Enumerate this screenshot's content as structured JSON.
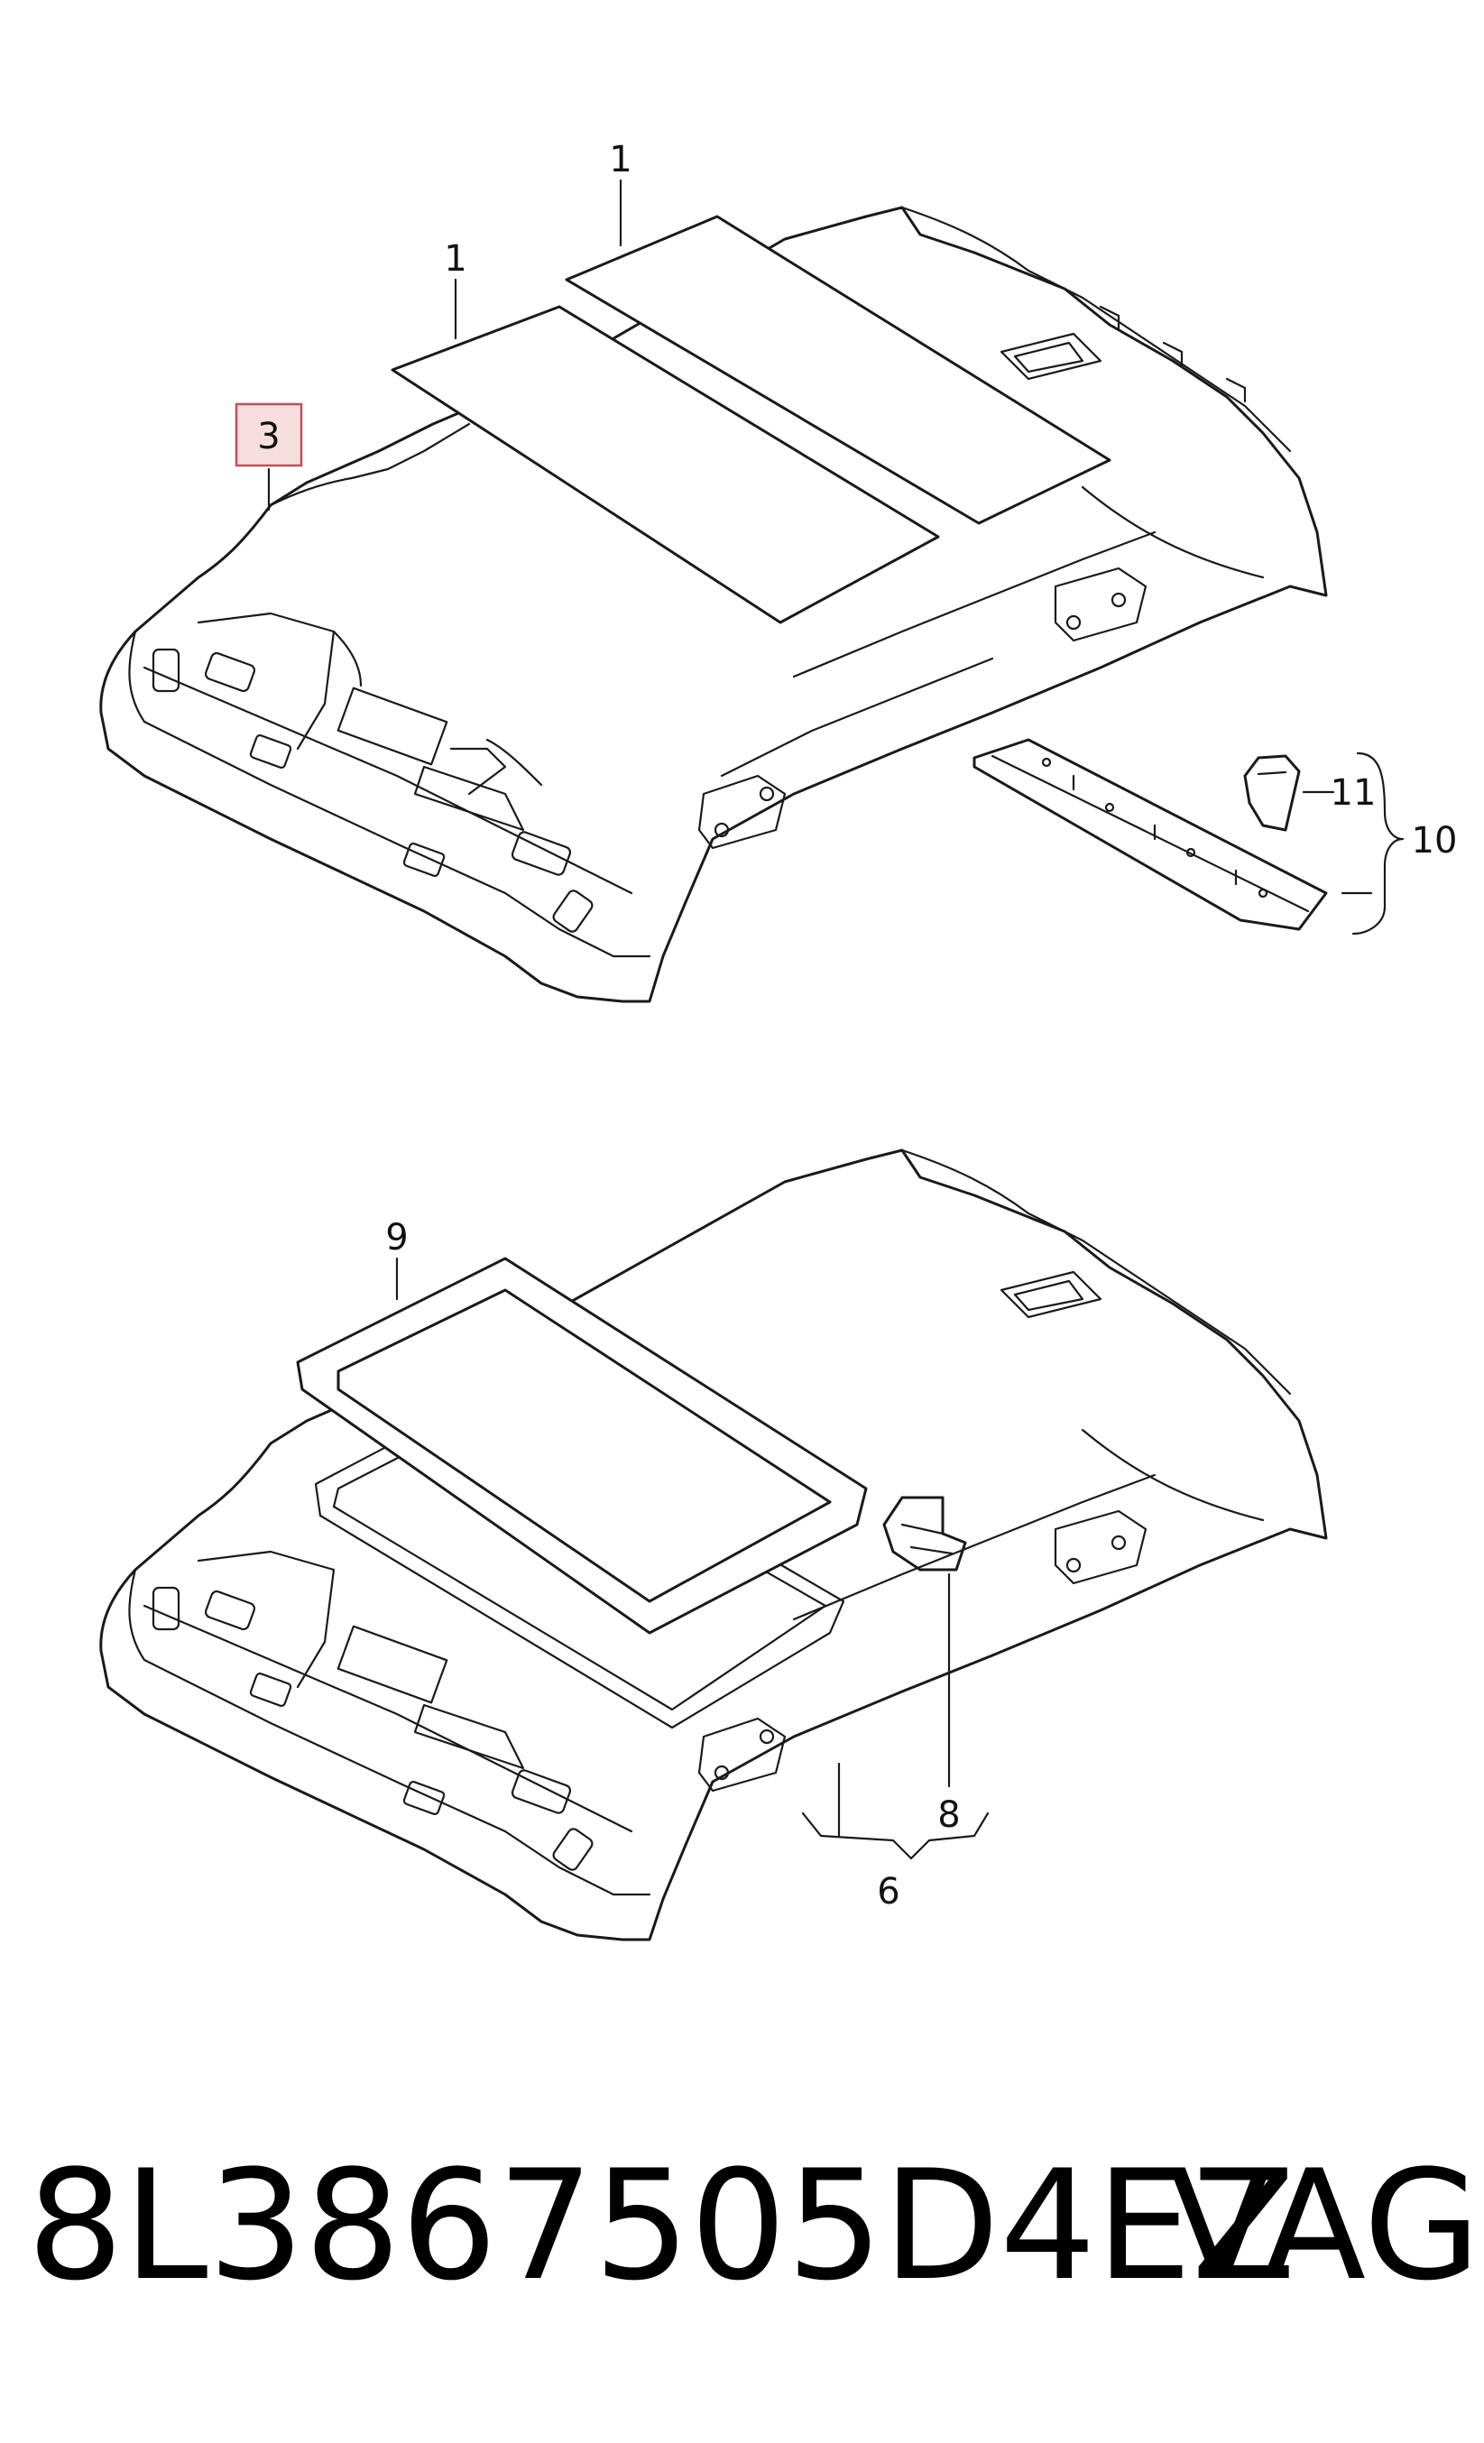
{
  "diagram": {
    "top": {
      "callouts": [
        {
          "id": "c1a",
          "label": "1"
        },
        {
          "id": "c1b",
          "label": "1"
        },
        {
          "id": "c3",
          "label": "3",
          "highlighted": true
        },
        {
          "id": "c10",
          "label": "10"
        },
        {
          "id": "c11",
          "label": "11"
        }
      ]
    },
    "bottom": {
      "callouts": [
        {
          "id": "c9",
          "label": "9"
        },
        {
          "id": "c8",
          "label": "8"
        },
        {
          "id": "c6",
          "label": "6"
        }
      ]
    }
  },
  "footer": {
    "part_number": "8L3867505D4EZ",
    "brand": "VAG"
  },
  "colors": {
    "line": "#1a1a1a",
    "highlight_fill": "#f6dede",
    "highlight_stroke": "#c0505a",
    "background": "#ffffff"
  }
}
